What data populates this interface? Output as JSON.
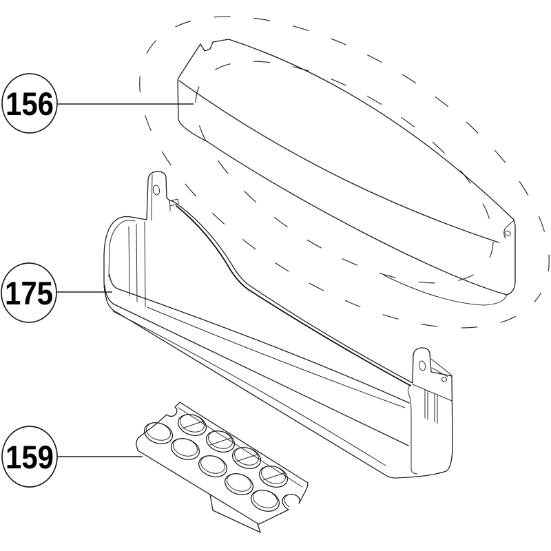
{
  "diagram": {
    "type": "exploded-parts-diagram",
    "background_color": "#ffffff",
    "line_color": "#1c1c1c",
    "callouts": [
      {
        "label": "156",
        "part": "door-shelf-cover"
      },
      {
        "label": "175",
        "part": "door-shelf-bin"
      },
      {
        "label": "159",
        "part": "egg-tray-insert"
      }
    ]
  }
}
